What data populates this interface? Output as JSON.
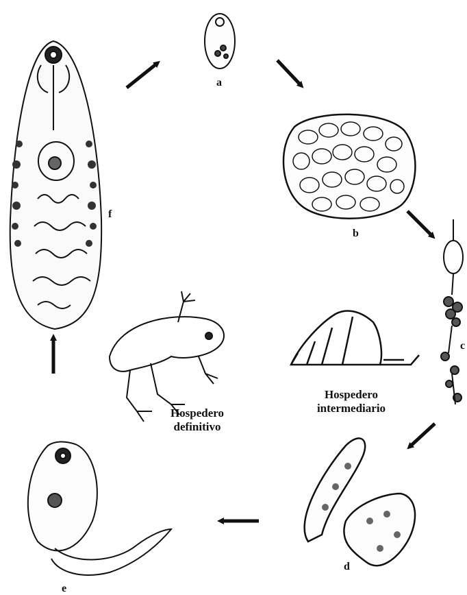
{
  "stages": {
    "a": "a",
    "b": "b",
    "c": "c",
    "d": "d",
    "e": "e",
    "f": "f"
  },
  "hosts": {
    "definitive": {
      "line1": "Hospedero",
      "line2": "definitivo"
    },
    "intermediate": {
      "line1": "Hospedero",
      "line2": "intermediario"
    }
  }
}
